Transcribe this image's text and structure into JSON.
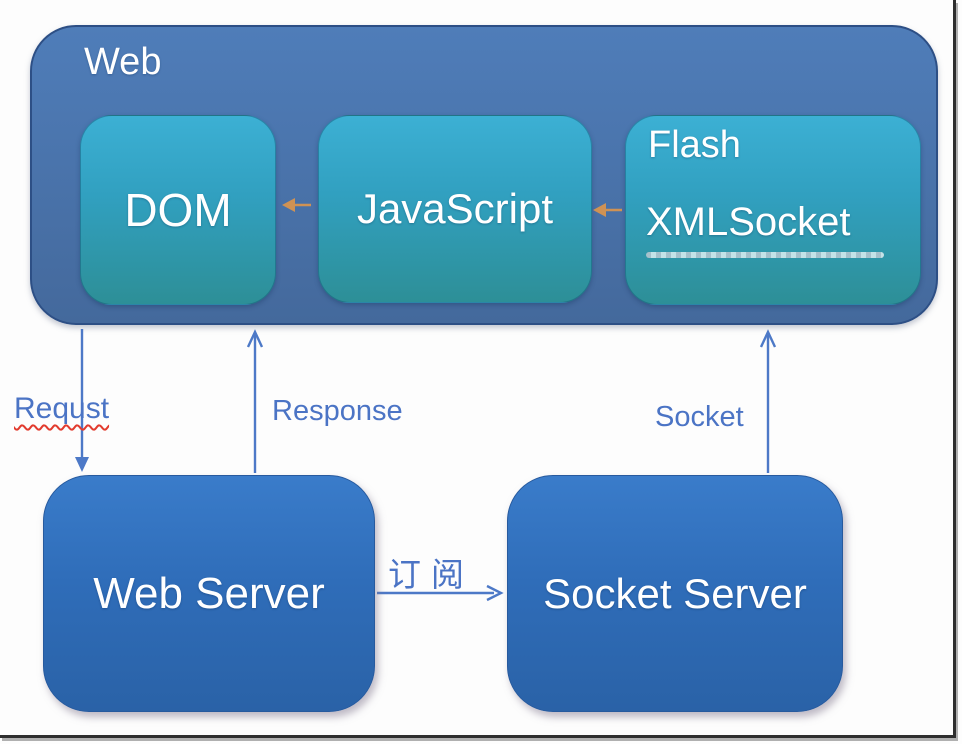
{
  "container": {
    "label": "Web"
  },
  "nodes": {
    "dom": {
      "label": "DOM"
    },
    "javascript": {
      "label": "JavaScript"
    },
    "flash": {
      "title": "Flash",
      "subtitle": "XMLSocket"
    },
    "web_server": {
      "label": "Web Server"
    },
    "socket_server": {
      "label": "Socket Server"
    }
  },
  "edges": {
    "request": {
      "label": "Requst",
      "from": "web",
      "to": "web_server"
    },
    "response": {
      "label": "Response",
      "from": "web_server",
      "to": "web"
    },
    "socket": {
      "label": "Socket",
      "from": "socket_server",
      "to": "flash"
    },
    "subscribe": {
      "label": "订阅",
      "from": "web_server",
      "to": "socket_server"
    },
    "js_to_dom": {
      "label": "",
      "from": "javascript",
      "to": "dom"
    },
    "flash_to_js": {
      "label": "",
      "from": "flash",
      "to": "javascript"
    }
  },
  "colors": {
    "container_top": "#4f7db9",
    "container_bottom": "#44699c",
    "node_teal_top": "#3cb0d4",
    "node_teal_bottom": "#2d8f97",
    "server_top": "#3a7cca",
    "server_bottom": "#2a62a7",
    "edge_blue": "#4d79c7",
    "edge_orange": "#cf9254",
    "label_blue": "#4b74c5",
    "misspell_red": "#e23b2e"
  }
}
